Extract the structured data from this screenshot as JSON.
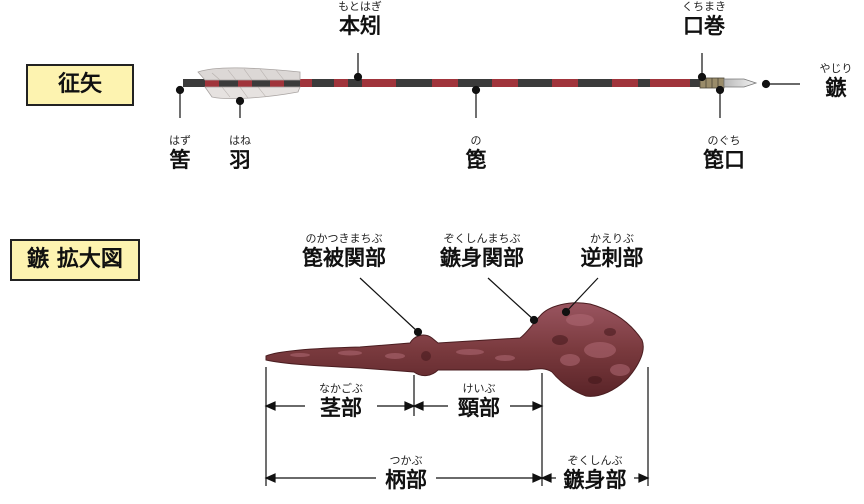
{
  "titles": {
    "arrow": "征矢",
    "enlarged": "鏃 拡大図"
  },
  "arrow_labels": {
    "motohagi": {
      "ruby": "もとはぎ",
      "text": "本矧"
    },
    "kuchimaki": {
      "ruby": "くちまき",
      "text": "口巻"
    },
    "yajiri": {
      "ruby": "やじり",
      "text": "鏃"
    },
    "hazu": {
      "ruby": "はず",
      "text": "筈"
    },
    "hane": {
      "ruby": "はね",
      "text": "羽"
    },
    "no": {
      "ruby": "の",
      "text": "箆"
    },
    "noguchi": {
      "ruby": "のぐち",
      "text": "箆口"
    }
  },
  "head_labels": {
    "nokatsukimachibu": {
      "ruby": "のかつきまちぶ",
      "text": "箆被関部"
    },
    "zokushinmachibu": {
      "ruby": "ぞくしんまちぶ",
      "text": "鏃身関部"
    },
    "kaeribu": {
      "ruby": "かえりぶ",
      "text": "逆刺部"
    },
    "nakagobu": {
      "ruby": "なかごぶ",
      "text": "茎部"
    },
    "keibu": {
      "ruby": "けいぶ",
      "text": "頸部"
    },
    "tsukabu": {
      "ruby": "つかぶ",
      "text": "柄部"
    },
    "zokushinbu": {
      "ruby": "ぞくしんぶ",
      "text": "鏃身部"
    }
  },
  "colors": {
    "title_bg": "#fdf3b0",
    "shaft_dark": "#3b3b3b",
    "shaft_red": "#a0343b",
    "arrowhead_rust": "#7a3a3e"
  }
}
